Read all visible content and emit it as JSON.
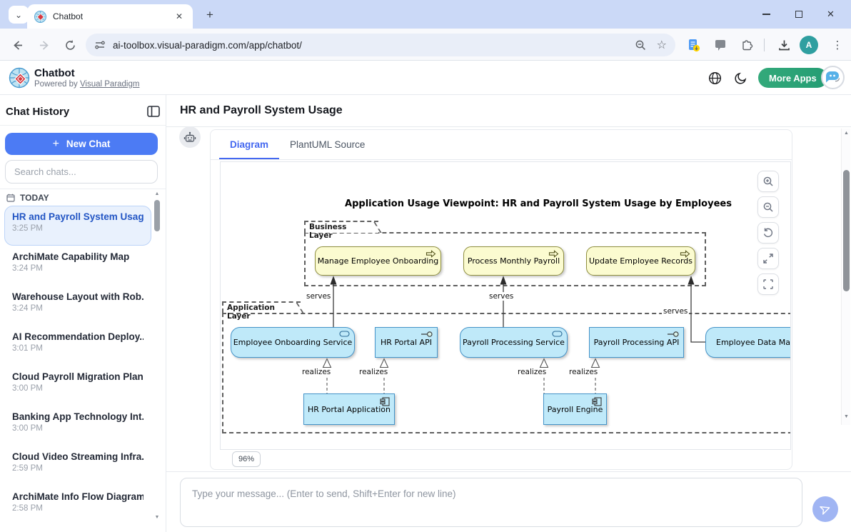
{
  "browser": {
    "tab_title": "Chatbot",
    "url": "ai-toolbox.visual-paradigm.com/app/chatbot/",
    "avatar_initial": "A"
  },
  "icons": {
    "close": "✕",
    "plus": "+",
    "chevron_down": "⌄",
    "star": "☆",
    "kebab": "⋮",
    "arrow_up": "▲",
    "arrow_down": "▼"
  },
  "app_header": {
    "title": "Chatbot",
    "powered_by": "Powered by ",
    "powered_by_link": "Visual Paradigm",
    "more_apps": "More Apps"
  },
  "sidebar": {
    "title": "Chat History",
    "new_chat": "New Chat",
    "search_placeholder": "Search chats...",
    "section": "TODAY",
    "chats": [
      {
        "title": "HR and Payroll System Usage",
        "time": "3:25 PM"
      },
      {
        "title": "ArchiMate Capability Map",
        "time": "3:24 PM"
      },
      {
        "title": "Warehouse Layout with Rob...",
        "time": "3:24 PM"
      },
      {
        "title": "AI Recommendation Deploy...",
        "time": "3:01 PM"
      },
      {
        "title": "Cloud Payroll Migration Plan",
        "time": "3:00 PM"
      },
      {
        "title": "Banking App Technology Int...",
        "time": "3:00 PM"
      },
      {
        "title": "Cloud Video Streaming Infra...",
        "time": "2:59 PM"
      },
      {
        "title": "ArchiMate Info Flow Diagram",
        "time": "2:58 PM"
      }
    ]
  },
  "main": {
    "page_title": "HR and Payroll System Usage",
    "tab_diagram": "Diagram",
    "tab_source": "PlantUML Source",
    "zoom_badge": "96%",
    "input_placeholder": "Type your message... (Enter to send, Shift+Enter for new line)"
  },
  "diagram": {
    "title": "Application Usage Viewpoint: HR and Payroll System Usage by Employees",
    "business_layer_label": "Business Layer",
    "application_layer_label": "Application Layer",
    "business_nodes": [
      "Manage Employee Onboarding",
      "Process Monthly Payroll",
      "Update Employee Records"
    ],
    "app_nodes": [
      "Employee Onboarding Service",
      "HR Portal API",
      "Payroll Processing Service",
      "Payroll Processing API",
      "Employee Data Manag"
    ],
    "components": [
      "HR Portal Application",
      "Payroll Engine"
    ],
    "serves_label": "serves",
    "realizes_label": "realizes"
  },
  "colors": {
    "accent_blue": "#4c7bf4",
    "tab_active_blue": "#4468f0",
    "more_apps_green": "#2aa375",
    "business_fill": "#fbfbd0",
    "business_border": "#8f8f3f",
    "app_fill": "#bfe9f9",
    "app_border": "#4493c8",
    "selected_chat_bg": "#e9f1fd",
    "titlebar_bg": "#cbd9f7"
  }
}
